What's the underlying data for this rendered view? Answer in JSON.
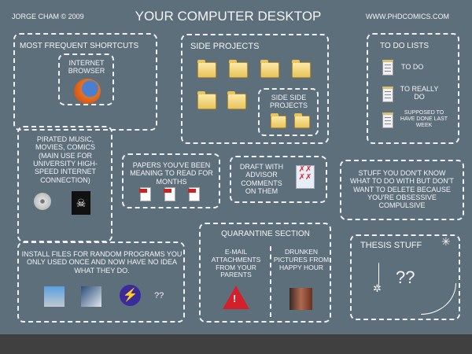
{
  "header": {
    "credit": "Jorge Cham © 2009",
    "title": "Your Computer Desktop",
    "url": "www.phdcomics.com"
  },
  "shortcuts": {
    "title": "Most Frequent Shortcuts",
    "item": "Internet Browser",
    "icon": "firefox-icon"
  },
  "side_projects": {
    "title": "Side Projects",
    "sub": "Side Side Projects"
  },
  "todo": {
    "title": "To Do Lists",
    "items": [
      "To Do",
      "To Really Do",
      "Supposed to have done last week"
    ]
  },
  "pirated": {
    "label": "Pirated music, movies, comics (main use for university high-speed internet connection)"
  },
  "papers": {
    "label": "Papers you've been meaning to read for months"
  },
  "draft": {
    "label": "Draft with advisor comments on them"
  },
  "stuff": {
    "label": "Stuff you don't know what to do with but don't want to delete because you're obsessive compulsive"
  },
  "install": {
    "label": "Install files for random programs you only used once and now have no idea what they do.",
    "unknown": "??"
  },
  "quarantine": {
    "title": "Quarantine Section",
    "left": "E-mail attachments from your parents",
    "right": "Drunken pictures from happy hour"
  },
  "thesis": {
    "title": "Thesis stuff",
    "content": "??"
  },
  "colors": {
    "background": "#5e6f7c",
    "taskbar": "#404040"
  }
}
